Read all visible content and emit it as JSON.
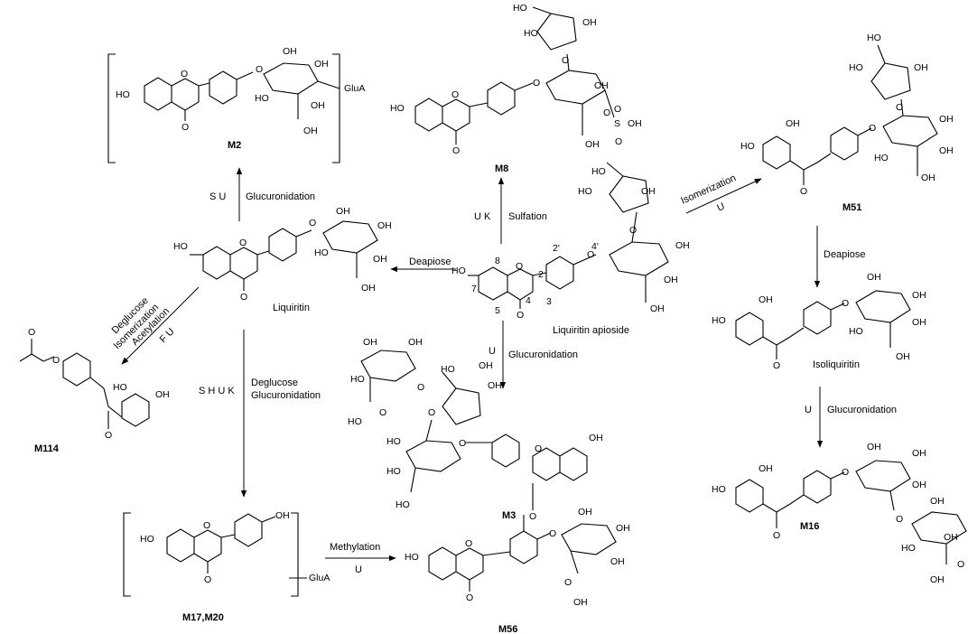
{
  "compounds": {
    "center": "Liquiritin apioside",
    "liquiritin": "Liquiritin",
    "m2": "M2",
    "m8": "M8",
    "m51": "M51",
    "isoliquiritin": "Isoliquiritin",
    "m16": "M16",
    "m114": "M114",
    "m1720": "M17,M20",
    "m3": "M3",
    "m56": "M56"
  },
  "reactions": {
    "glucuronidation_up": "Glucuronidation",
    "su": "S U",
    "sulfation": "Sulfation",
    "uk": "U K",
    "isomerization": "Isomerization",
    "u_iso": "U",
    "deapiose_left": "Deapiose",
    "deapiose_right": "Deapiose",
    "deglucose": "Deglucose",
    "isomerization2": "Isomerization",
    "acetylation": "Acetylation",
    "fu": "F U",
    "deglucose2": "Deglucose",
    "glucuronidation2": "Glucuronidation",
    "shuk": "S H U K",
    "u_center": "U",
    "glucuronidation_center": "Glucuronidation",
    "u_right": "U",
    "glucuronidation_right": "Glucuronidation",
    "methylation": "Methylation",
    "u_methyl": "U"
  },
  "atoms": {
    "oh": "OH",
    "ho": "HO",
    "o": "O",
    "glua": "GluA",
    "s": "S"
  },
  "numbering": [
    "8",
    "7",
    "5",
    "2",
    "3",
    "4",
    "2'",
    "4'"
  ]
}
